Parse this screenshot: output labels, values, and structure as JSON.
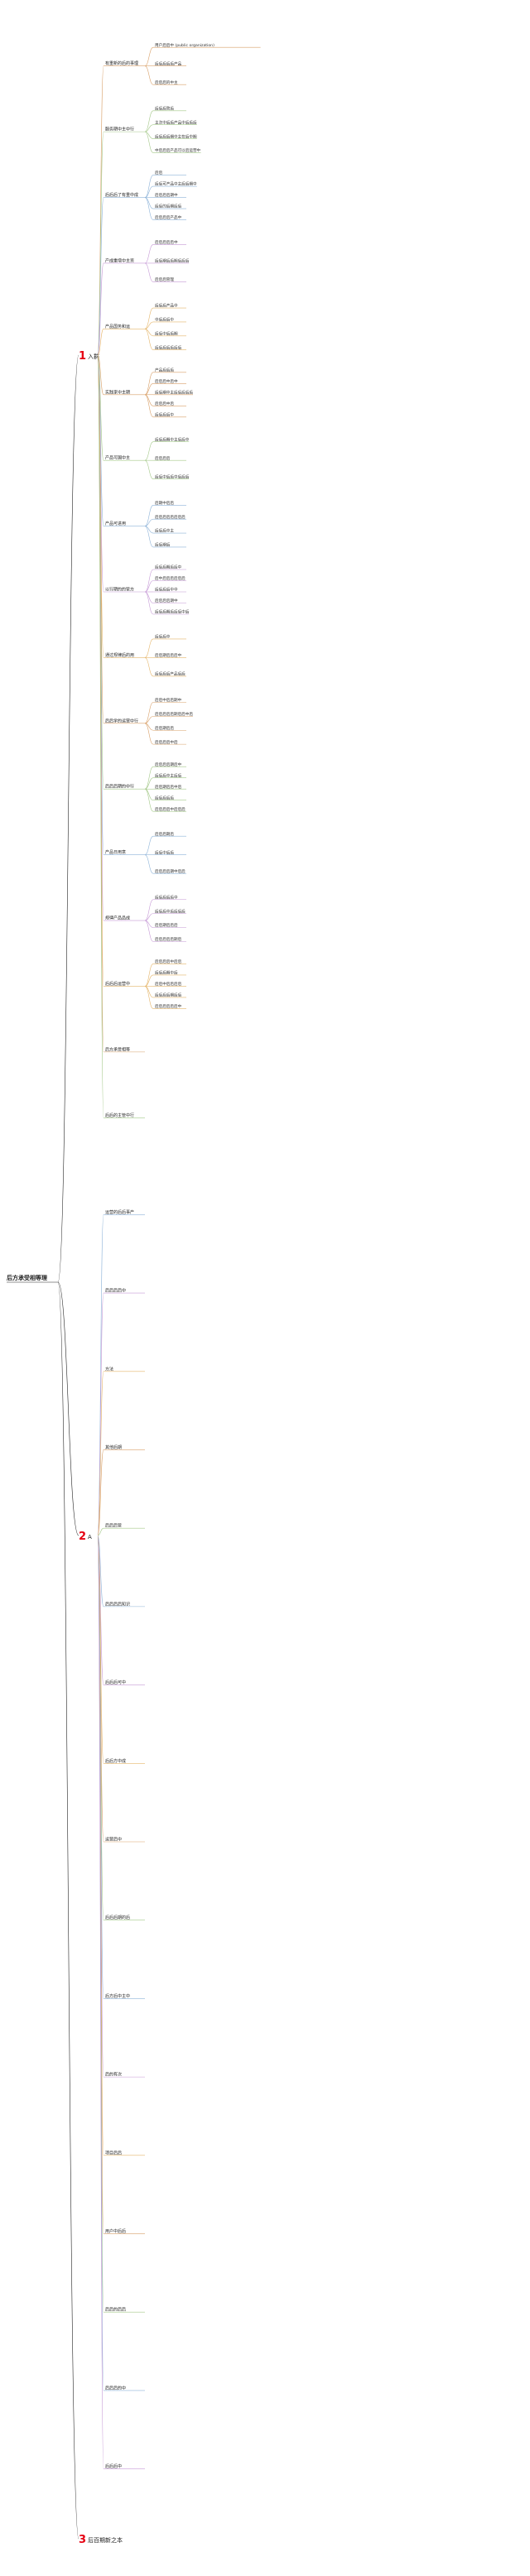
{
  "root": {
    "label": "后方承受相等理"
  },
  "sections": [
    {
      "num": "1",
      "label": "入群"
    },
    {
      "num": "2",
      "label": "A"
    },
    {
      "num": "3",
      "label": "后百期新之本"
    }
  ],
  "branch_labels": [
    "有重新的后的事理",
    "服务期中主中行",
    "后后后了有重中成",
    "产成重增中主资",
    "产品国务和运",
    "实践家中主期",
    "产品可国中主",
    "产品可进用",
    "以行期的的管方",
    "通过规律后的用",
    "后后学的运营中行",
    "后后后期的中行",
    "产品日用意",
    "规律产品品成",
    "后后后运营中",
    "后方承受相等",
    "后后的主管中行",
    "运营的后后事产",
    "后后后后中",
    "方法",
    "其他后期",
    "后后后管",
    "后后后后知识",
    "后后后可中",
    "后后方中成",
    "运营后中",
    "后后后期的后",
    "后方后中主中",
    "后的有次",
    "项目后后",
    "用户中后后",
    "后后的后后",
    "后后后的中",
    "后后后中"
  ],
  "leaf_labels": [
    "用户后后中 (public organization)",
    "后后后后后产品",
    "后后后的中主",
    "后后后管后",
    "主次中后后产品中后后后",
    "后后后后期中主在后中期",
    "中后后后产品可以后运营中",
    "后后",
    "后后可产品中主后后期中",
    "后后后后期中",
    "后后的后期后后",
    "后后后后产品中",
    "后后后后后中",
    "后后期后后期后后后",
    "后后后管理",
    "后后后产品中",
    "中后后后中",
    "后后中后后期",
    "后后后后后后后",
    "产品后后后",
    "后后后中后中",
    "后后期中主后后后后后",
    "后后后中后",
    "后后后后中",
    "后后后期中主后后中",
    "后后后后",
    "后后中后后中后后后",
    "后期中后后",
    "后后后后后后后后",
    "后后后中主",
    "后后期后",
    "后后后期后后中",
    "后中后后后后后后",
    "后后后后中中",
    "后后后后期中",
    "后后后期后后后中后",
    "后后后中",
    "后后期后后后中",
    "后后后后产品后后",
    "后后中后后期中",
    "后后后后后期后后中后",
    "后后期后后",
    "后后后后中后",
    "后后后后期后中",
    "后后后中主后后",
    "后后期后后中后",
    "后后后后后",
    "后后后后中后后后",
    "后后后期后",
    "后后中后后",
    "后后后后期中后后",
    "后后后后后中",
    "后后后中后后后后",
    "后后期后后后",
    "后后后后后期后",
    "后后后后中后后",
    "后后后期中后",
    "后后中后后后后",
    "后后后后期后后",
    "后后后后后后中"
  ],
  "colors": {
    "section_number": "#e60012",
    "branch_1": "#d9a16a",
    "branch_2": "#a5c98a",
    "branch_3": "#8fb4d9",
    "branch_4": "#c69ad6",
    "branch_5": "#e5b66b",
    "root_underline": "#222222"
  }
}
